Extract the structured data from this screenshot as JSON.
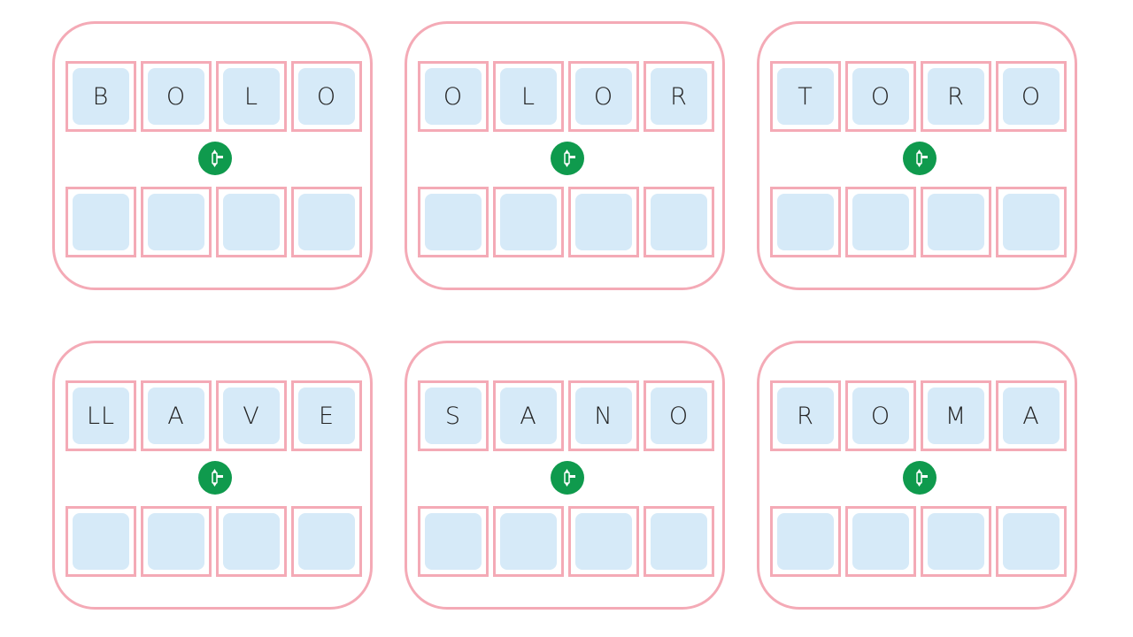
{
  "cards": [
    {
      "letters": [
        "B",
        "O",
        "L",
        "O"
      ]
    },
    {
      "letters": [
        "O",
        "L",
        "O",
        "R"
      ]
    },
    {
      "letters": [
        "T",
        "O",
        "R",
        "O"
      ]
    },
    {
      "letters": [
        "LL",
        "A",
        "V",
        "E"
      ]
    },
    {
      "letters": [
        "S",
        "A",
        "N",
        "O"
      ]
    },
    {
      "letters": [
        "R",
        "O",
        "M",
        "A"
      ]
    }
  ],
  "logo": {
    "icon": "pencil-badge-icon",
    "color": "#0f9a4d"
  },
  "colors": {
    "card_border": "#f4aab6",
    "tile_fill": "#d6eaf8"
  }
}
